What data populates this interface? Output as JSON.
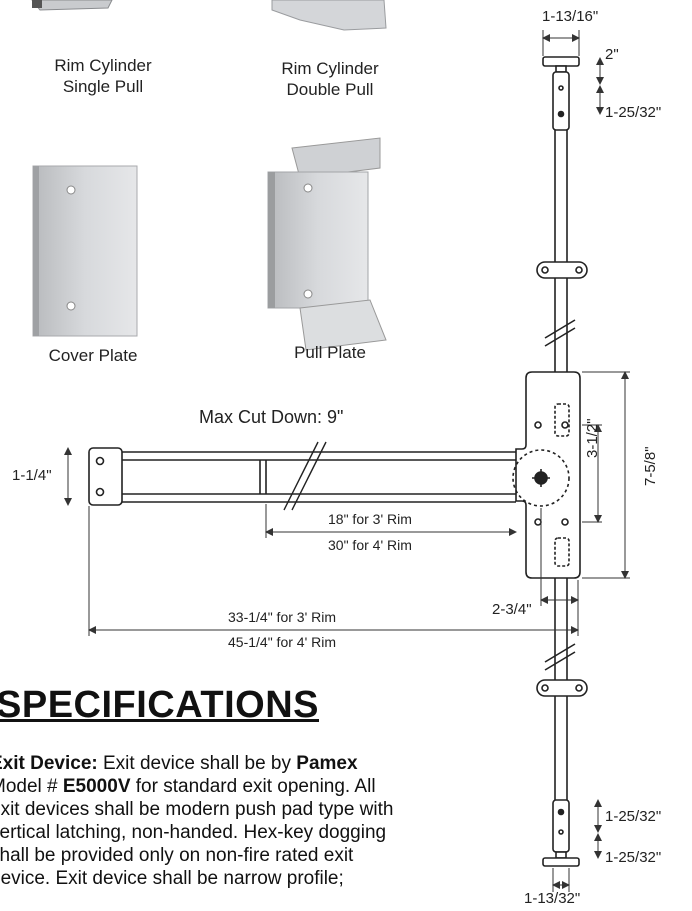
{
  "captions": {
    "rim_single": [
      "Rim Cylinder",
      "Single Pull"
    ],
    "rim_double": [
      "Rim Cylinder",
      "Double Pull"
    ],
    "cover_plate": "Cover Plate",
    "pull_plate": "Pull Plate",
    "max_cut": "Max Cut Down: 9\""
  },
  "dimensions": {
    "top_width": "1-13/16\"",
    "top_height": "2\"",
    "top_rod": "1-25/32\"",
    "bar_height": "1-1/4\"",
    "center_small": "3-1/2\"",
    "center_large": "7-5/8\"",
    "offset": "2-3/4\"",
    "cut_3": "18\" for 3' Rim",
    "cut_4": "30\" for 4' Rim",
    "len_3": "33-1/4\" for 3' Rim",
    "len_4": "45-1/4\" for 4' Rim",
    "bottom_rod": "1-25/32\"",
    "bottom_height": "1-25/32\"",
    "bottom_width": "1-13/32\""
  },
  "specifications": {
    "title": "SPECIFICATIONS",
    "lines": [
      [
        "Exit Device:",
        " Exit device shall be by ",
        "Pamex",
        ""
      ],
      [
        "",
        "Model # ",
        "E5000V",
        " for standard exit opening. All"
      ],
      [
        "",
        "exit devices shall be modern push pad type with",
        "",
        ""
      ],
      [
        "",
        "vertical latching, non-handed. Hex-key dogging",
        "",
        ""
      ],
      [
        "",
        "shall be provided only on non-fire rated exit",
        "",
        ""
      ],
      [
        "",
        "device. Exit device shall be narrow profile;",
        "",
        ""
      ]
    ]
  }
}
